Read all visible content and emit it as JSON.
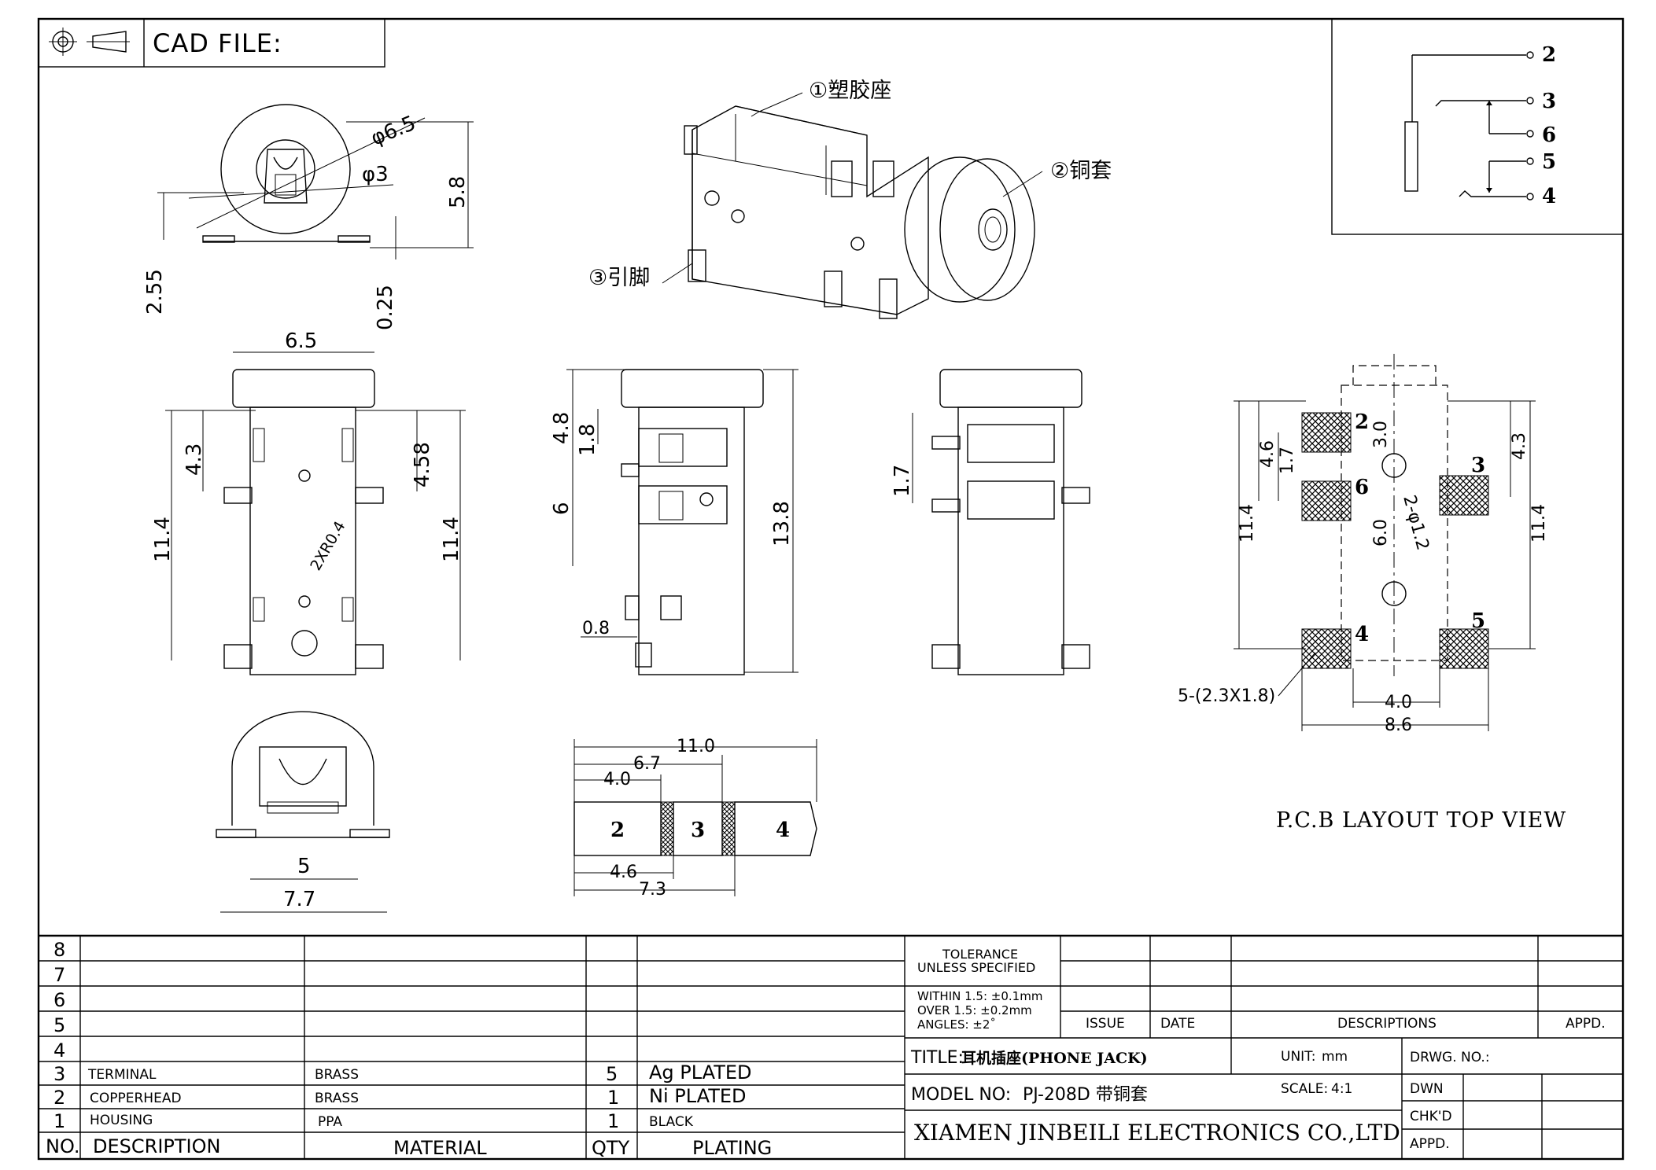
{
  "header": {
    "cad_label": "CAD FILE:"
  },
  "callouts": {
    "plastic_body": "①塑胶座",
    "copper_sleeve": "②铜套",
    "pins": "③引脚"
  },
  "dimensions": {
    "top_view": {
      "outer_dia": "φ6.5",
      "inner_dia": "φ3",
      "height": "5.8",
      "base": "2.55",
      "offset": "0.25"
    },
    "front_view": {
      "width": "6.5",
      "h_left": "4.3",
      "h_total_left": "11.4",
      "h_right": "4.58",
      "h_total_right": "11.4",
      "radius": "2XR0.4"
    },
    "side_view": {
      "h1": "4.8",
      "h2": "1.8",
      "h3": "6",
      "total": "13.8",
      "pin": "0.8"
    },
    "end_view": {
      "h": "1.7"
    },
    "bottom_view": {
      "inner": "5",
      "outer": "7.7"
    },
    "plug": {
      "total": "11.0",
      "d1": "6.7",
      "d2": "4.0",
      "d3": "4.6",
      "d4": "7.3",
      "seg_labels": [
        "2",
        "3",
        "4"
      ]
    },
    "pcb": {
      "left_total": "11.4",
      "left_a": "4.6",
      "left_b": "1.7",
      "pitch_v": "3.0",
      "holes": "2-φ1.2",
      "pitch_mid": "6.0",
      "right_a": "4.3",
      "right_total": "11.4",
      "pad_note": "5-(2.3X1.8)",
      "span_inner": "4.0",
      "span_outer": "8.6",
      "pad_labels": [
        "2",
        "6",
        "3",
        "4",
        "5"
      ]
    }
  },
  "schematic": {
    "pin_labels": [
      "2",
      "3",
      "6",
      "5",
      "4"
    ]
  },
  "pcb_caption": "P.C.B LAYOUT TOP VIEW",
  "bom": {
    "row_numbers": [
      "8",
      "7",
      "6",
      "5",
      "4"
    ],
    "rows": [
      {
        "no": "3",
        "description": "TERMINAL",
        "material": "BRASS",
        "qty": "5",
        "plating": "Ag PLATED"
      },
      {
        "no": "2",
        "description": "COPPERHEAD",
        "material": "BRASS",
        "qty": "1",
        "plating": "Ni PLATED"
      },
      {
        "no": "1",
        "description": "HOUSING",
        "material": "PPA",
        "qty": "1",
        "plating": "BLACK"
      }
    ],
    "headers": {
      "no": "NO.",
      "description": "DESCRIPTION",
      "material": "MATERIAL",
      "qty": "QTY",
      "plating": "PLATING"
    }
  },
  "title_block": {
    "tolerance_title": "TOLERANCE",
    "tolerance_sub": "UNLESS SPECIFIED",
    "within": "WITHIN 1.5: ±0.1mm",
    "over": "OVER 1.5:  ±0.2mm",
    "angles": "ANGLES: ±2˚",
    "issue": "ISSUE",
    "date": "DATE",
    "descriptions": "DESCRIPTIONS",
    "appd_col": "APPD.",
    "title_prefix": "TITLE:",
    "title_value": "耳机插座(PHONE JACK)",
    "unit_label": "UNIT:",
    "unit_value": "mm",
    "drwg_no": "DRWG. NO.:",
    "model_prefix": "MODEL NO:",
    "model_value": "PJ-208D  带铜套",
    "scale_label": "SCALE:",
    "scale_value": "4:1",
    "dwn": "DWN",
    "chkd": "CHK'D",
    "appd": "APPD.",
    "company": "XIAMEN JINBEILI ELECTRONICS CO.,LTD"
  }
}
